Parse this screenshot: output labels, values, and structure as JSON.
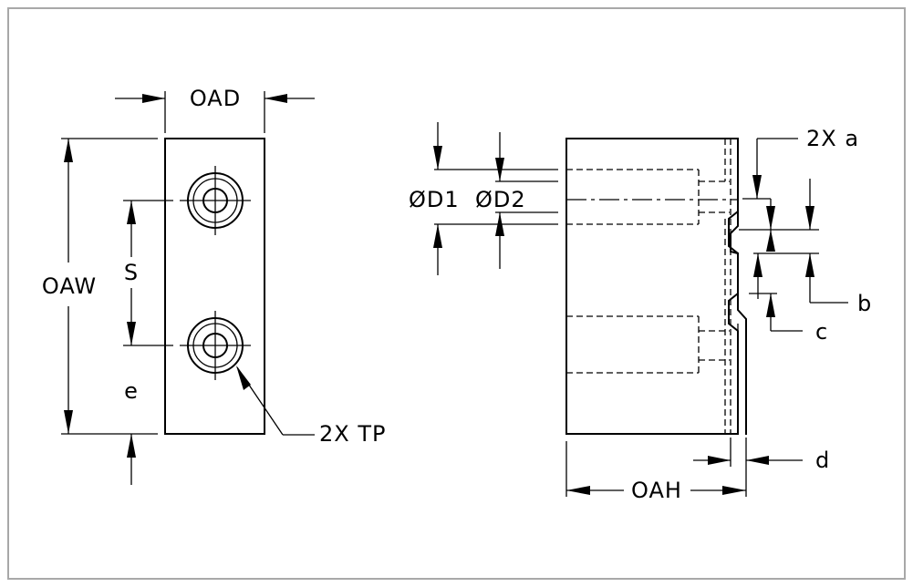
{
  "labels": {
    "oad": "OAD",
    "oaw": "OAW",
    "s": "S",
    "e": "e",
    "tp": "2X TP",
    "d1": "ØD1",
    "d2": "ØD2",
    "a": "2X a",
    "b": "b",
    "c": "c",
    "d": "d",
    "oah": "OAH"
  }
}
